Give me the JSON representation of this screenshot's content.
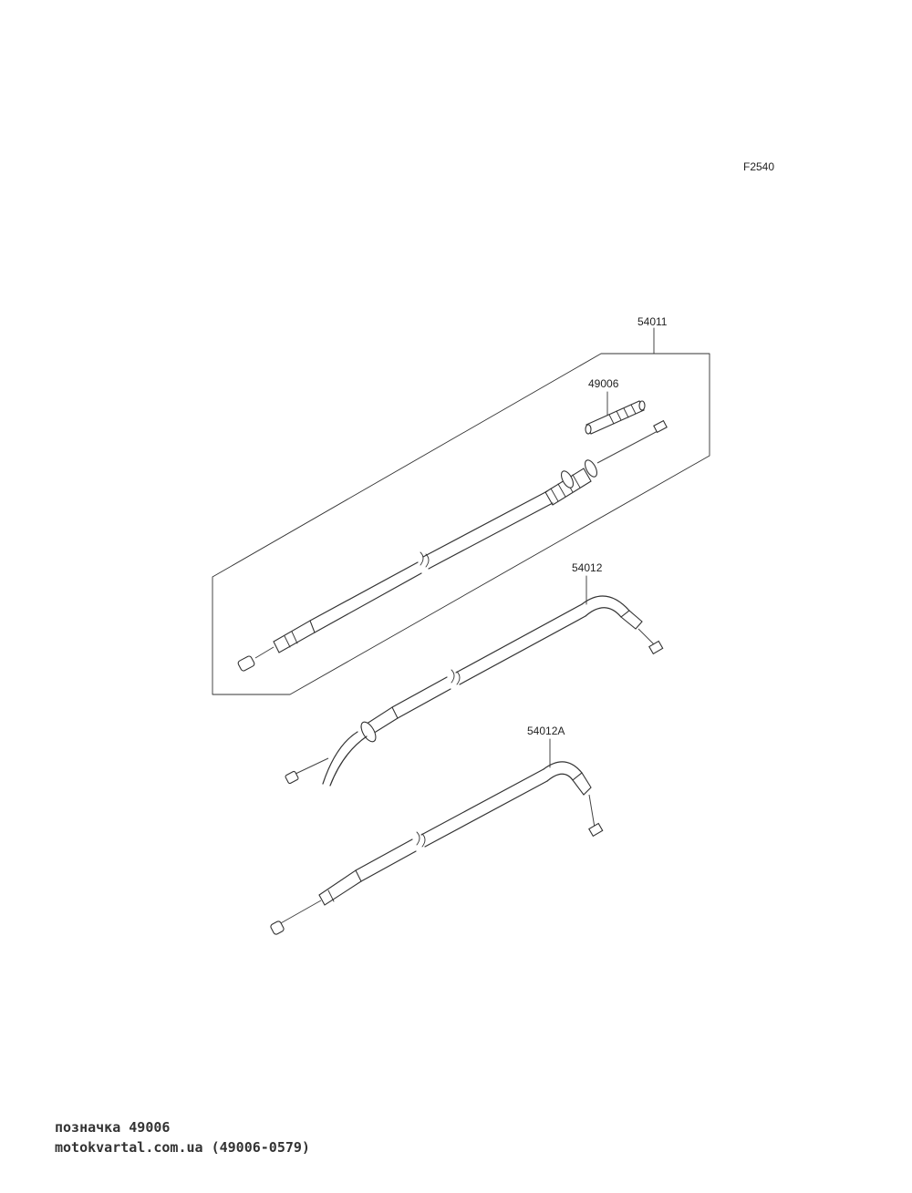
{
  "figure_code": "F2540",
  "parts": {
    "cable_assembly": "54011",
    "adjuster_cover": "49006",
    "throttle_cable_a": "54012",
    "throttle_cable_b": "54012A"
  },
  "footer": {
    "caption": "позначка 49006",
    "site": "motokvartal.com.ua (49006-0579)"
  },
  "colors": {
    "line": "#333333",
    "text": "#222222",
    "background": "#ffffff"
  }
}
